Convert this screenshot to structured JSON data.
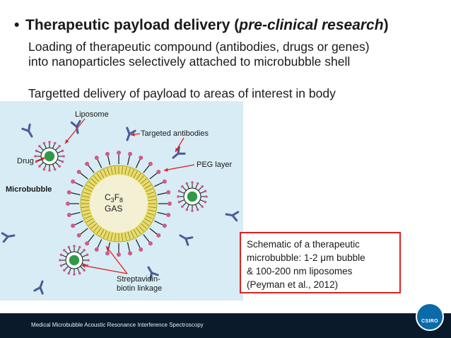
{
  "slide": {
    "bullet_title": "Therapeutic payload delivery",
    "bullet_paren_open": "(",
    "bullet_italic": "pre-clinical research",
    "bullet_paren_close": ")",
    "para1_line1": "Loading of therapeutic compound (antibodies, drugs or genes)",
    "para1_line2": "into nanoparticles selectively attached to microbubble shell",
    "para2": "Targetted delivery of payload to areas of interest in body"
  },
  "figure": {
    "labels": {
      "liposome": "Liposome",
      "targeted_antibodies": "Targeted antibodies",
      "drug": "Drug",
      "peg_layer": "PEG layer",
      "microbubble": "Microbubble",
      "gas_formula_c": "C",
      "gas_formula_3": "3",
      "gas_formula_f": "F",
      "gas_formula_8": "8",
      "gas": "GAS",
      "streptavidin_1": "Streptavidin-",
      "streptavidin_2": "biotin linkage"
    },
    "colors": {
      "background": "#d7ecf4",
      "shell": "#e8dd6a",
      "gas_core": "#f4f0d4",
      "lipid_head": "#d05a8a",
      "antibody": "#4a5a9a",
      "liposome_core": "#2f9a4a",
      "arrow": "#e02020"
    }
  },
  "caption": {
    "line1": "Schematic of a therapeutic",
    "line2": "microbubble: 1-2 μm bubble",
    "line3": "& 100-200 nm liposomes",
    "line4": "(Peyman et al., 2012)"
  },
  "footer": {
    "text": "Medical Microbubble Acoustic Resonance Interference Spectroscopy",
    "logo_text": "CSIRO"
  }
}
